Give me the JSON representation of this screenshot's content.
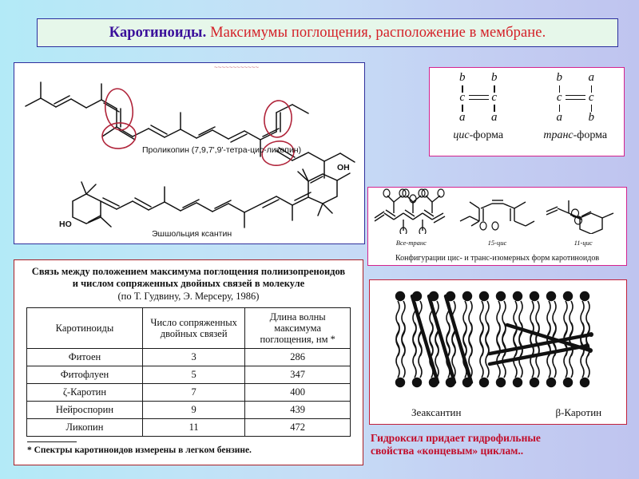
{
  "title": {
    "strong": "Каротиноиды.",
    "rest": " Максимумы поглощения, расположение в мембране."
  },
  "structures_panel": {
    "top_fragment": "~~~~~~~~~~~~",
    "prolycopene_caption": "Проликопин (7,9,7',9'-тетра-цис-ликопин)",
    "eschscholtzia_caption": "Эшшольция ксантин",
    "ho_label": "HO",
    "oh_label": "OH"
  },
  "cistrans_panel": {
    "items": [
      {
        "name_italic": "цис",
        "name_rest": "-форма",
        "top_left": "b",
        "top_right": "b",
        "bottom_left": "a",
        "bottom_right": "a"
      },
      {
        "name_italic": "транс",
        "name_rest": "-форма",
        "top_left": "b",
        "top_right": "a",
        "bottom_left": "a",
        "bottom_right": "b"
      }
    ]
  },
  "isomers_panel": {
    "labels": [
      "Все-транс",
      "15-цис",
      "11-цис"
    ],
    "caption": "Конфигурации цис- и транс-изомерных форм каротиноидов"
  },
  "table_panel": {
    "heading_line1": "Связь между положением максимума поглощения полиизопреноидов",
    "heading_line2": "и числом сопряженных двойных связей в молекуле",
    "heading_line3": "(по Т. Гудвину, Э. Мерсеру, 1986)",
    "columns": [
      "Каротиноиды",
      "Число сопряженных двойных связей",
      "Длина волны максимума поглощения, нм *"
    ],
    "rows": [
      {
        "name": "Фитоен",
        "bonds": "3",
        "lambda": "286"
      },
      {
        "name": "Фитофлуен",
        "bonds": "5",
        "lambda": "347"
      },
      {
        "name": "ζ-Каротин",
        "bonds": "7",
        "lambda": "400"
      },
      {
        "name": "Нейроспорин",
        "bonds": "9",
        "lambda": "439"
      },
      {
        "name": "Ликопин",
        "bonds": "11",
        "lambda": "472"
      }
    ],
    "footnote": "* Спектры каротиноидов измерены в легком бензине."
  },
  "membrane_panel": {
    "left_label": "Зеаксантин",
    "right_label": "β-Каротин"
  },
  "bottom_note": {
    "line1": "Гидроксил придает гидрофильные",
    "line2": "свойства «концевым» циклам.."
  },
  "colors": {
    "title_strong": "#3a0f9b",
    "title_rest": "#d42027",
    "title_box_bg": "#e6f7ea",
    "title_border": "#2b2f9e",
    "panel_blue_border": "#2f2f9c",
    "panel_magenta_border": "#d4228e",
    "panel_red_border": "#a81f26",
    "panel_crimson_border": "#c2203a",
    "bottom_note": "#c20d2a",
    "bg_left": "#b3eaf7",
    "bg_right": "#bfc4ef",
    "annotation_ellipse": "#b0243a"
  }
}
